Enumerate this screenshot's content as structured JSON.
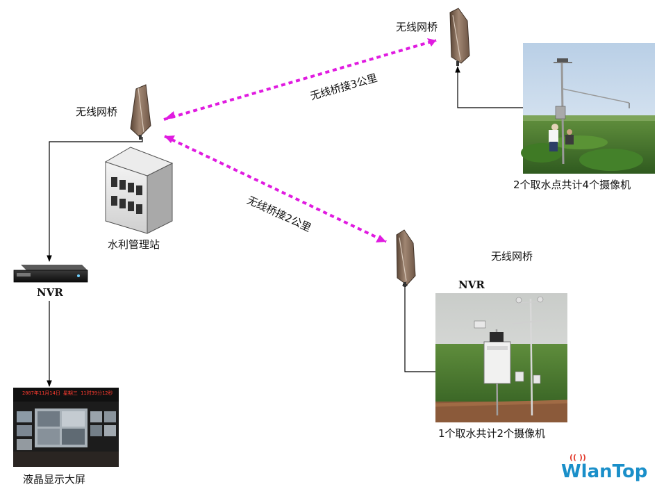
{
  "nodes": {
    "bridge_center_label": "无线网桥",
    "bridge_top_right_label": "无线网桥",
    "bridge_bottom_right_label": "无线网桥",
    "station_label": "水利管理站",
    "nvr_left_label": "NVR",
    "nvr_right_label": "NVR",
    "display_label": "液晶显示大屏",
    "site1_caption": "2个取水点共计4个摄像机",
    "site2_caption": "1个取水共计2个摄像机",
    "display_screen_text": "2007年11月14日 星期三 11时39分12秒"
  },
  "links": {
    "link_top_label": "无线桥接3公里",
    "link_bottom_label": "无线桥接2公里",
    "link_color": "#e01be0"
  },
  "brand": {
    "logo_part1": "Wlan",
    "logo_part2": "Top",
    "logo_color": "#1a8fc9"
  }
}
